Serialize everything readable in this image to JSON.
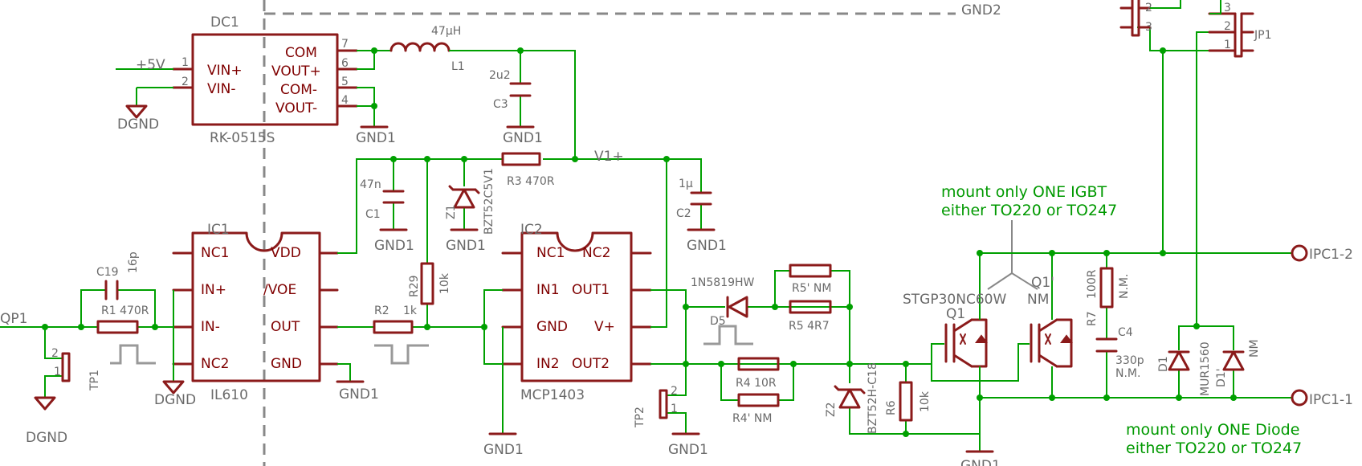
{
  "labels": {
    "dc1_name": "DC1",
    "dc1_value": "RK-0515S",
    "dc1_pins": [
      "VIN+",
      "VIN-",
      "COM",
      "VOUT+",
      "COM-",
      "VOUT-"
    ],
    "dc1_pin_numbers": [
      "1",
      "2",
      "7",
      "6",
      "5",
      "4"
    ],
    "plus5v": "+5V",
    "dgnd": "DGND",
    "gnd1": "GND1",
    "gnd2": "GND2",
    "l1_name": "L1",
    "l1_value": "47µH",
    "c3_name": "C3",
    "c3_value": "2u2",
    "v1plus": "V1+",
    "r3": "R3  470R",
    "z1_name": "Z1",
    "z1_value": "BZT52C5V1",
    "c1_name": "C1",
    "c1_value": "47n",
    "c2_name": "C2",
    "c2_value": "1µ",
    "ic1_name": "IC1",
    "ic1_value": "IL610",
    "ic1_pins_left": [
      "NC1",
      "IN+",
      "IN-",
      "NC2"
    ],
    "ic1_pins_right": [
      "VDD",
      "/VOE",
      "OUT",
      "GND"
    ],
    "ic2_name": "IC2",
    "ic2_value": "MCP1403",
    "ic2_pins_left": [
      "NC1",
      "IN1",
      "GND",
      "IN2"
    ],
    "ic2_pins_right": [
      "NC2",
      "OUT1",
      "V+",
      "OUT2"
    ],
    "c19_name": "C19",
    "c19_value": "16p",
    "r1": "R1  470R",
    "qp1": "QP1",
    "tp1": "TP1",
    "tp2": "TP2",
    "tp_pin1": "1",
    "tp_pin2": "2",
    "r2": "R2",
    "r2_value": "1k",
    "r29_name": "R29",
    "r29_value": "10k",
    "d5_value": "1N5819HW",
    "d5_name": "D5",
    "r5p": "R5' NM",
    "r5": "R5  4R7",
    "r4": "R4  10R",
    "r4p": "R4' NM",
    "z2_name": "Z2",
    "z2_value": "BZT52H-C18",
    "r6_name": "R6",
    "r6_value": "10k",
    "q1_value": "STGP30NC60W",
    "q1_name": "Q1",
    "q1p_name": "Q1'",
    "q1p_value": "NM",
    "r7_name": "R7",
    "r7_value": "100R",
    "r7_nm": "N.M.",
    "c4_name": "C4",
    "c4_value": "330p",
    "c4_nm": "N.M.",
    "d1_name": "D1",
    "d1_value": "MUR1560",
    "d1p_name": "D1'",
    "d1p_value": "NM",
    "jp1": "JP1",
    "jp_pins": [
      "3",
      "2",
      "1"
    ],
    "jp2_pins": [
      "2",
      "3"
    ],
    "ipc1_2": "IPC1-2",
    "ipc1_1": "IPC1-1",
    "note_igbt_1": "mount only ONE IGBT",
    "note_igbt_2": "either TO220 or TO247",
    "note_diode_1": "mount only ONE Diode",
    "note_diode_2": "either TO220 or TO247"
  }
}
